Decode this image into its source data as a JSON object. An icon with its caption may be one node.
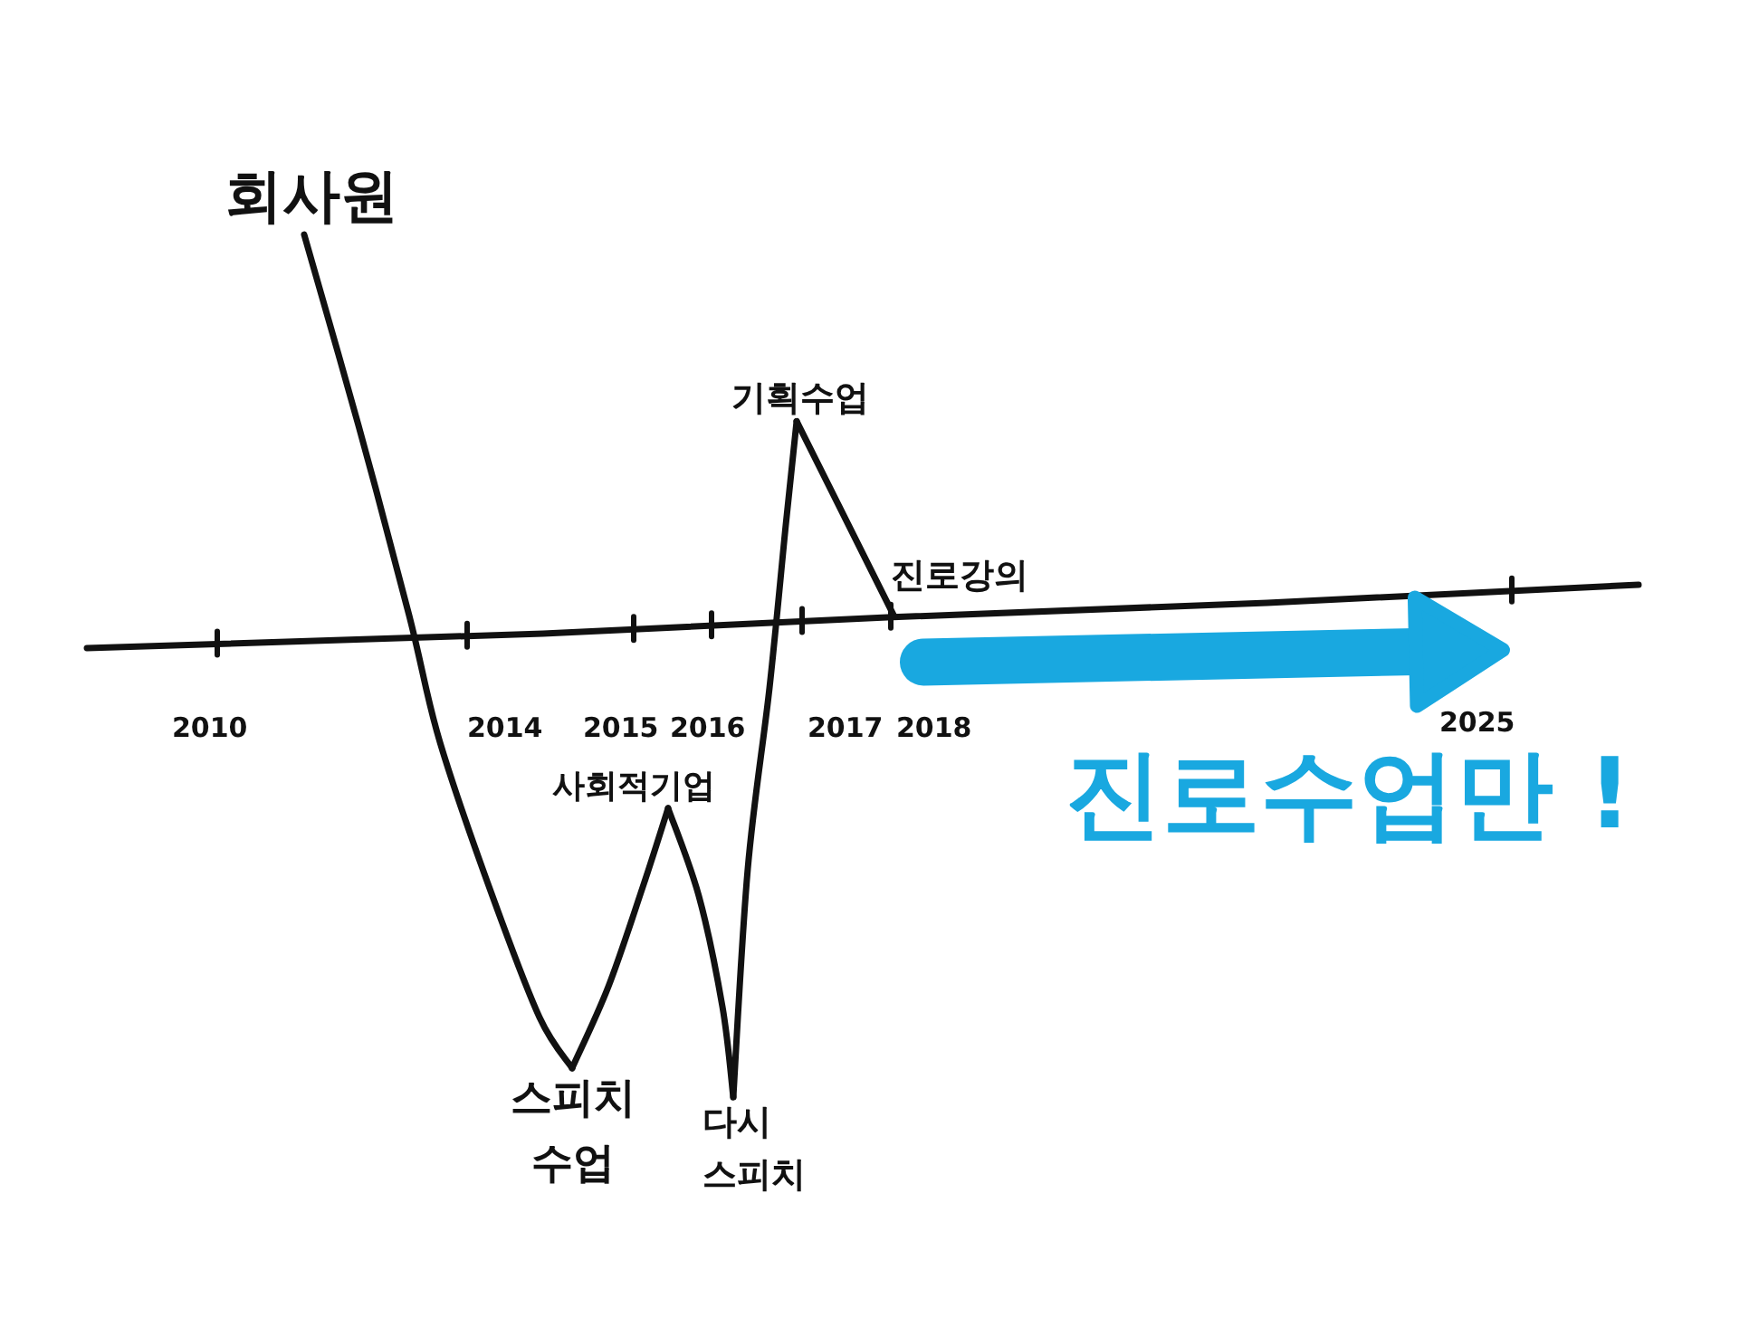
{
  "diagram": {
    "nodes": [
      {
        "text": [
          "회사원"
        ]
      },
      {
        "text": [
          "스피치 수업"
        ]
      },
      {
        "text": [
          "사회적기업"
        ]
      },
      {
        "text": [
          "다시 스피치"
        ]
      },
      {
        "text": [
          "기획수업"
        ]
      },
      {
        "text": [
          "진로강의"
        ]
      }
    ],
    "edges": [
      {
        "from": 0,
        "to": 1,
        "arrow": "none"
      },
      {
        "from": 1,
        "to": 2,
        "arrow": "none"
      },
      {
        "from": 2,
        "to": 3,
        "arrow": "none"
      },
      {
        "from": 3,
        "to": 4,
        "arrow": "none"
      },
      {
        "from": 4,
        "to": 5,
        "arrow": "none"
      },
      {
        "from": 5,
        "to": null,
        "arrow": "to",
        "style": "thick",
        "color": "#19a8e0"
      }
    ],
    "labels": [
      "2010",
      "2014",
      "2015",
      "2016",
      "2017",
      "2018",
      "2025",
      "진로수업만 !"
    ]
  }
}
